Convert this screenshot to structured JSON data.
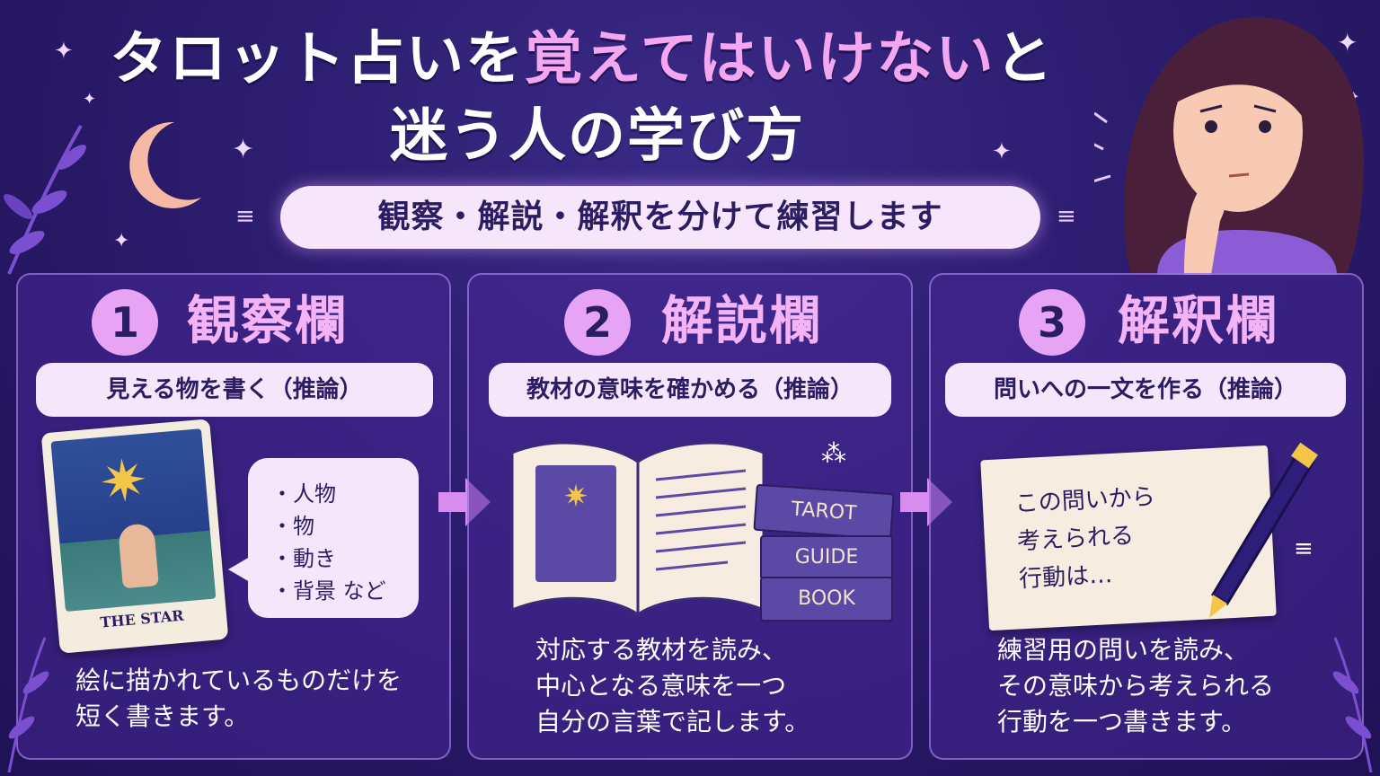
{
  "title": {
    "line1_a": "タロット占いを",
    "line1_b": "覚えてはいけない",
    "line1_c": "と",
    "line2": "迷う人の学び方"
  },
  "subtitle": "観察・解説・解釈を分けて練習します",
  "panels": [
    {
      "number": "1",
      "title": "観察欄",
      "pill": "見える物を書く（推論）",
      "description": [
        "絵に描かれているものだけを",
        "短く書きます。"
      ],
      "bubble_items": [
        "・人物",
        "・物",
        "・動き",
        "・背景 など"
      ],
      "card_label": "THE STAR"
    },
    {
      "number": "2",
      "title": "解説欄",
      "pill": "教材の意味を確かめる（推論）",
      "description": [
        "対応する教材を読み、",
        "中心となる意味を一つ",
        "自分の言葉で記します。"
      ],
      "book_spines": [
        "TAROT",
        "GUIDE",
        "BOOK"
      ]
    },
    {
      "number": "3",
      "title": "解釈欄",
      "pill": "問いへの一文を作る（推論）",
      "description": [
        "練習用の問いを読み、",
        "その意味から考えられる",
        "行動を一つ書きます。"
      ],
      "note_lines": [
        "この問いから",
        "考えられる",
        "行動は…"
      ]
    }
  ],
  "icons": [
    "moon-icon",
    "sparkle-icon",
    "leaf-icon",
    "arrow-right-icon",
    "pen-icon",
    "star-icon"
  ],
  "colors": {
    "background": "#2a1a6a",
    "accent_pink": "#f3a7f0",
    "pill": "#f5e6fb",
    "text_dark": "#2b1d63"
  }
}
